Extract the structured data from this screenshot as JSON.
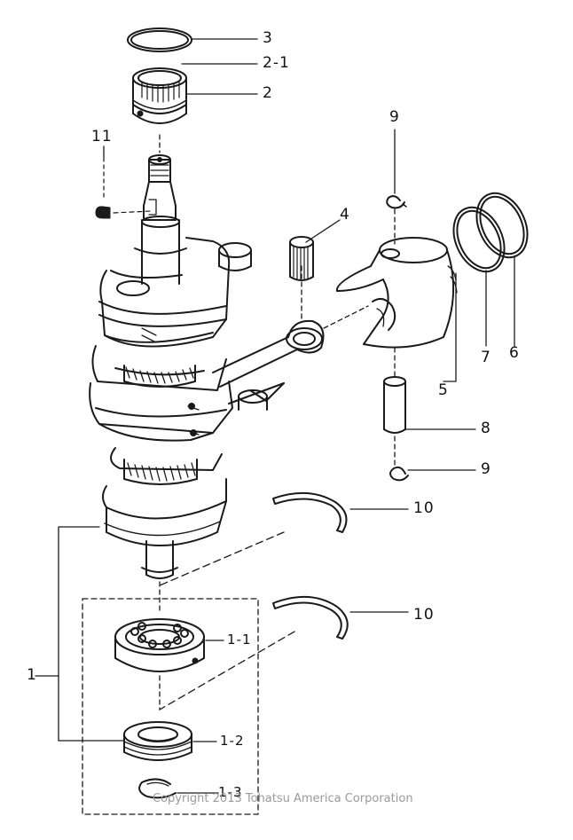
{
  "diagram": {
    "callouts": [
      {
        "id": "c3",
        "label": "3"
      },
      {
        "id": "c2-1",
        "label": "2-1"
      },
      {
        "id": "c2",
        "label": "2"
      },
      {
        "id": "c11",
        "label": "11"
      },
      {
        "id": "c9a",
        "label": "9"
      },
      {
        "id": "c4",
        "label": "4"
      },
      {
        "id": "c7",
        "label": "7"
      },
      {
        "id": "c6",
        "label": "6"
      },
      {
        "id": "c5",
        "label": "5"
      },
      {
        "id": "c8",
        "label": "8"
      },
      {
        "id": "c9b",
        "label": "9"
      },
      {
        "id": "c10a",
        "label": "10"
      },
      {
        "id": "c10b",
        "label": "10"
      },
      {
        "id": "c1",
        "label": "1"
      },
      {
        "id": "c1-1",
        "label": "1-1"
      },
      {
        "id": "c1-2",
        "label": "1-2"
      },
      {
        "id": "c1-3",
        "label": "1-3"
      }
    ],
    "copyright": "Copyright 2013 Tohatsu America Corporation"
  }
}
